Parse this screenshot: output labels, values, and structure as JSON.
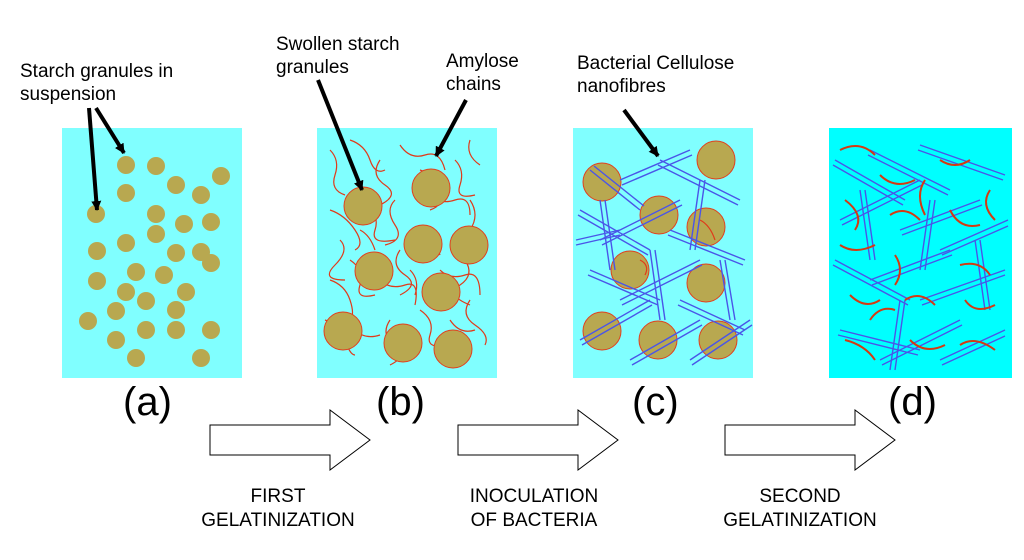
{
  "annotations": {
    "starch_granules": [
      "Starch granules in",
      "suspension"
    ],
    "swollen_granules": [
      "Swollen starch",
      "granules"
    ],
    "amylose": [
      "Amylose",
      "chains"
    ],
    "cellulose": [
      "Bacterial Cellulose",
      "nanofibres"
    ]
  },
  "panels": {
    "a": "(a)",
    "b": "(b)",
    "c": "(c)",
    "d": "(d)"
  },
  "steps": {
    "first": [
      "FIRST",
      "GELATINIZATION"
    ],
    "second": [
      "INOCULATION",
      "OF BACTERIA"
    ],
    "third": [
      "SECOND",
      "GELATINIZATION"
    ]
  },
  "colors": {
    "background_fluid": "#80ffff",
    "background_fluid_d": "#00ffff",
    "granule_fill": "#b8a850",
    "granule_stroke": "#e04020",
    "amylose": "#e03a1a",
    "cellulose": "#4a55e8"
  }
}
